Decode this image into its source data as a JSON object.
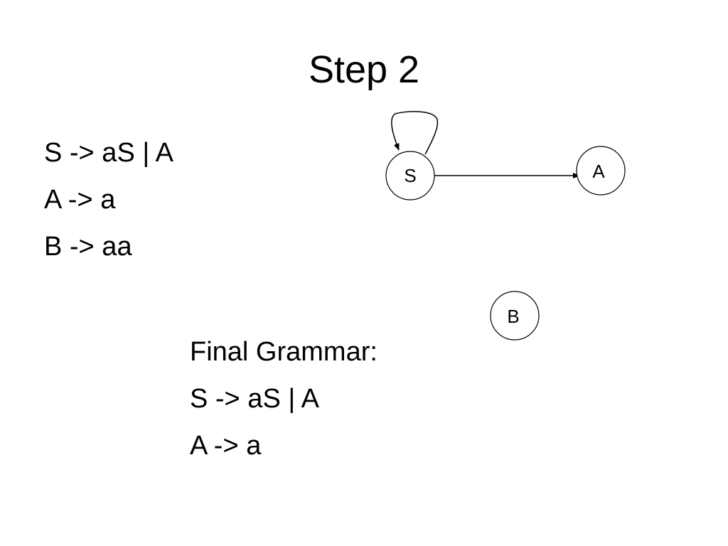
{
  "title": "Step 2",
  "grammar": {
    "rules": [
      "S -> aS | A",
      "A -> a",
      "B -> aa"
    ]
  },
  "final_grammar": {
    "heading": "Final Grammar:",
    "rules": [
      "S -> aS | A",
      "A -> a"
    ]
  },
  "graph": {
    "nodes": [
      {
        "id": "S",
        "label": "S"
      },
      {
        "id": "A",
        "label": "A"
      },
      {
        "id": "B",
        "label": "B"
      }
    ],
    "edges": [
      {
        "from": "S",
        "to": "S",
        "kind": "self-loop"
      },
      {
        "from": "S",
        "to": "A",
        "kind": "arrow"
      }
    ]
  }
}
